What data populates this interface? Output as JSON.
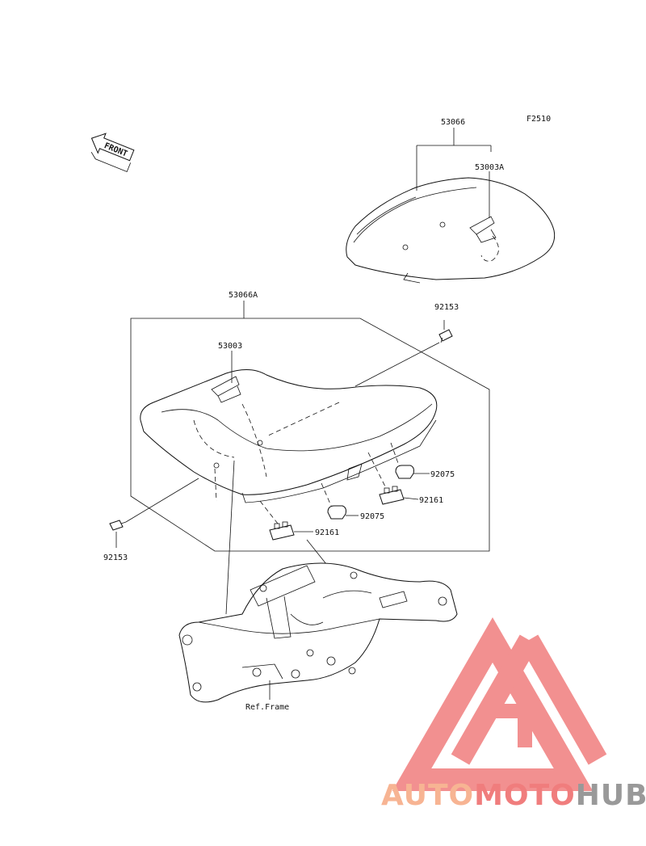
{
  "diagram": {
    "code": "F2510",
    "front_arrow_text": "FRONT",
    "parts": {
      "rear_seat_assy": "53066",
      "rear_seat_strap": "53003A",
      "front_seat_assy": "53066A",
      "front_seat_strap": "53003",
      "bolt_right": "92153",
      "bolt_left": "92153",
      "damper_upper": "92075",
      "damper_lower": "92075",
      "clip_upper": "92161",
      "clip_lower": "92161",
      "frame_ref": "Ref.Frame"
    }
  },
  "watermark": {
    "word_part1": "AUTO",
    "word_part2": "MOTO",
    "word_part3": "HUB",
    "color_light": "#f7b493",
    "color_red": "#f07d7d",
    "color_gray": "#999999"
  }
}
